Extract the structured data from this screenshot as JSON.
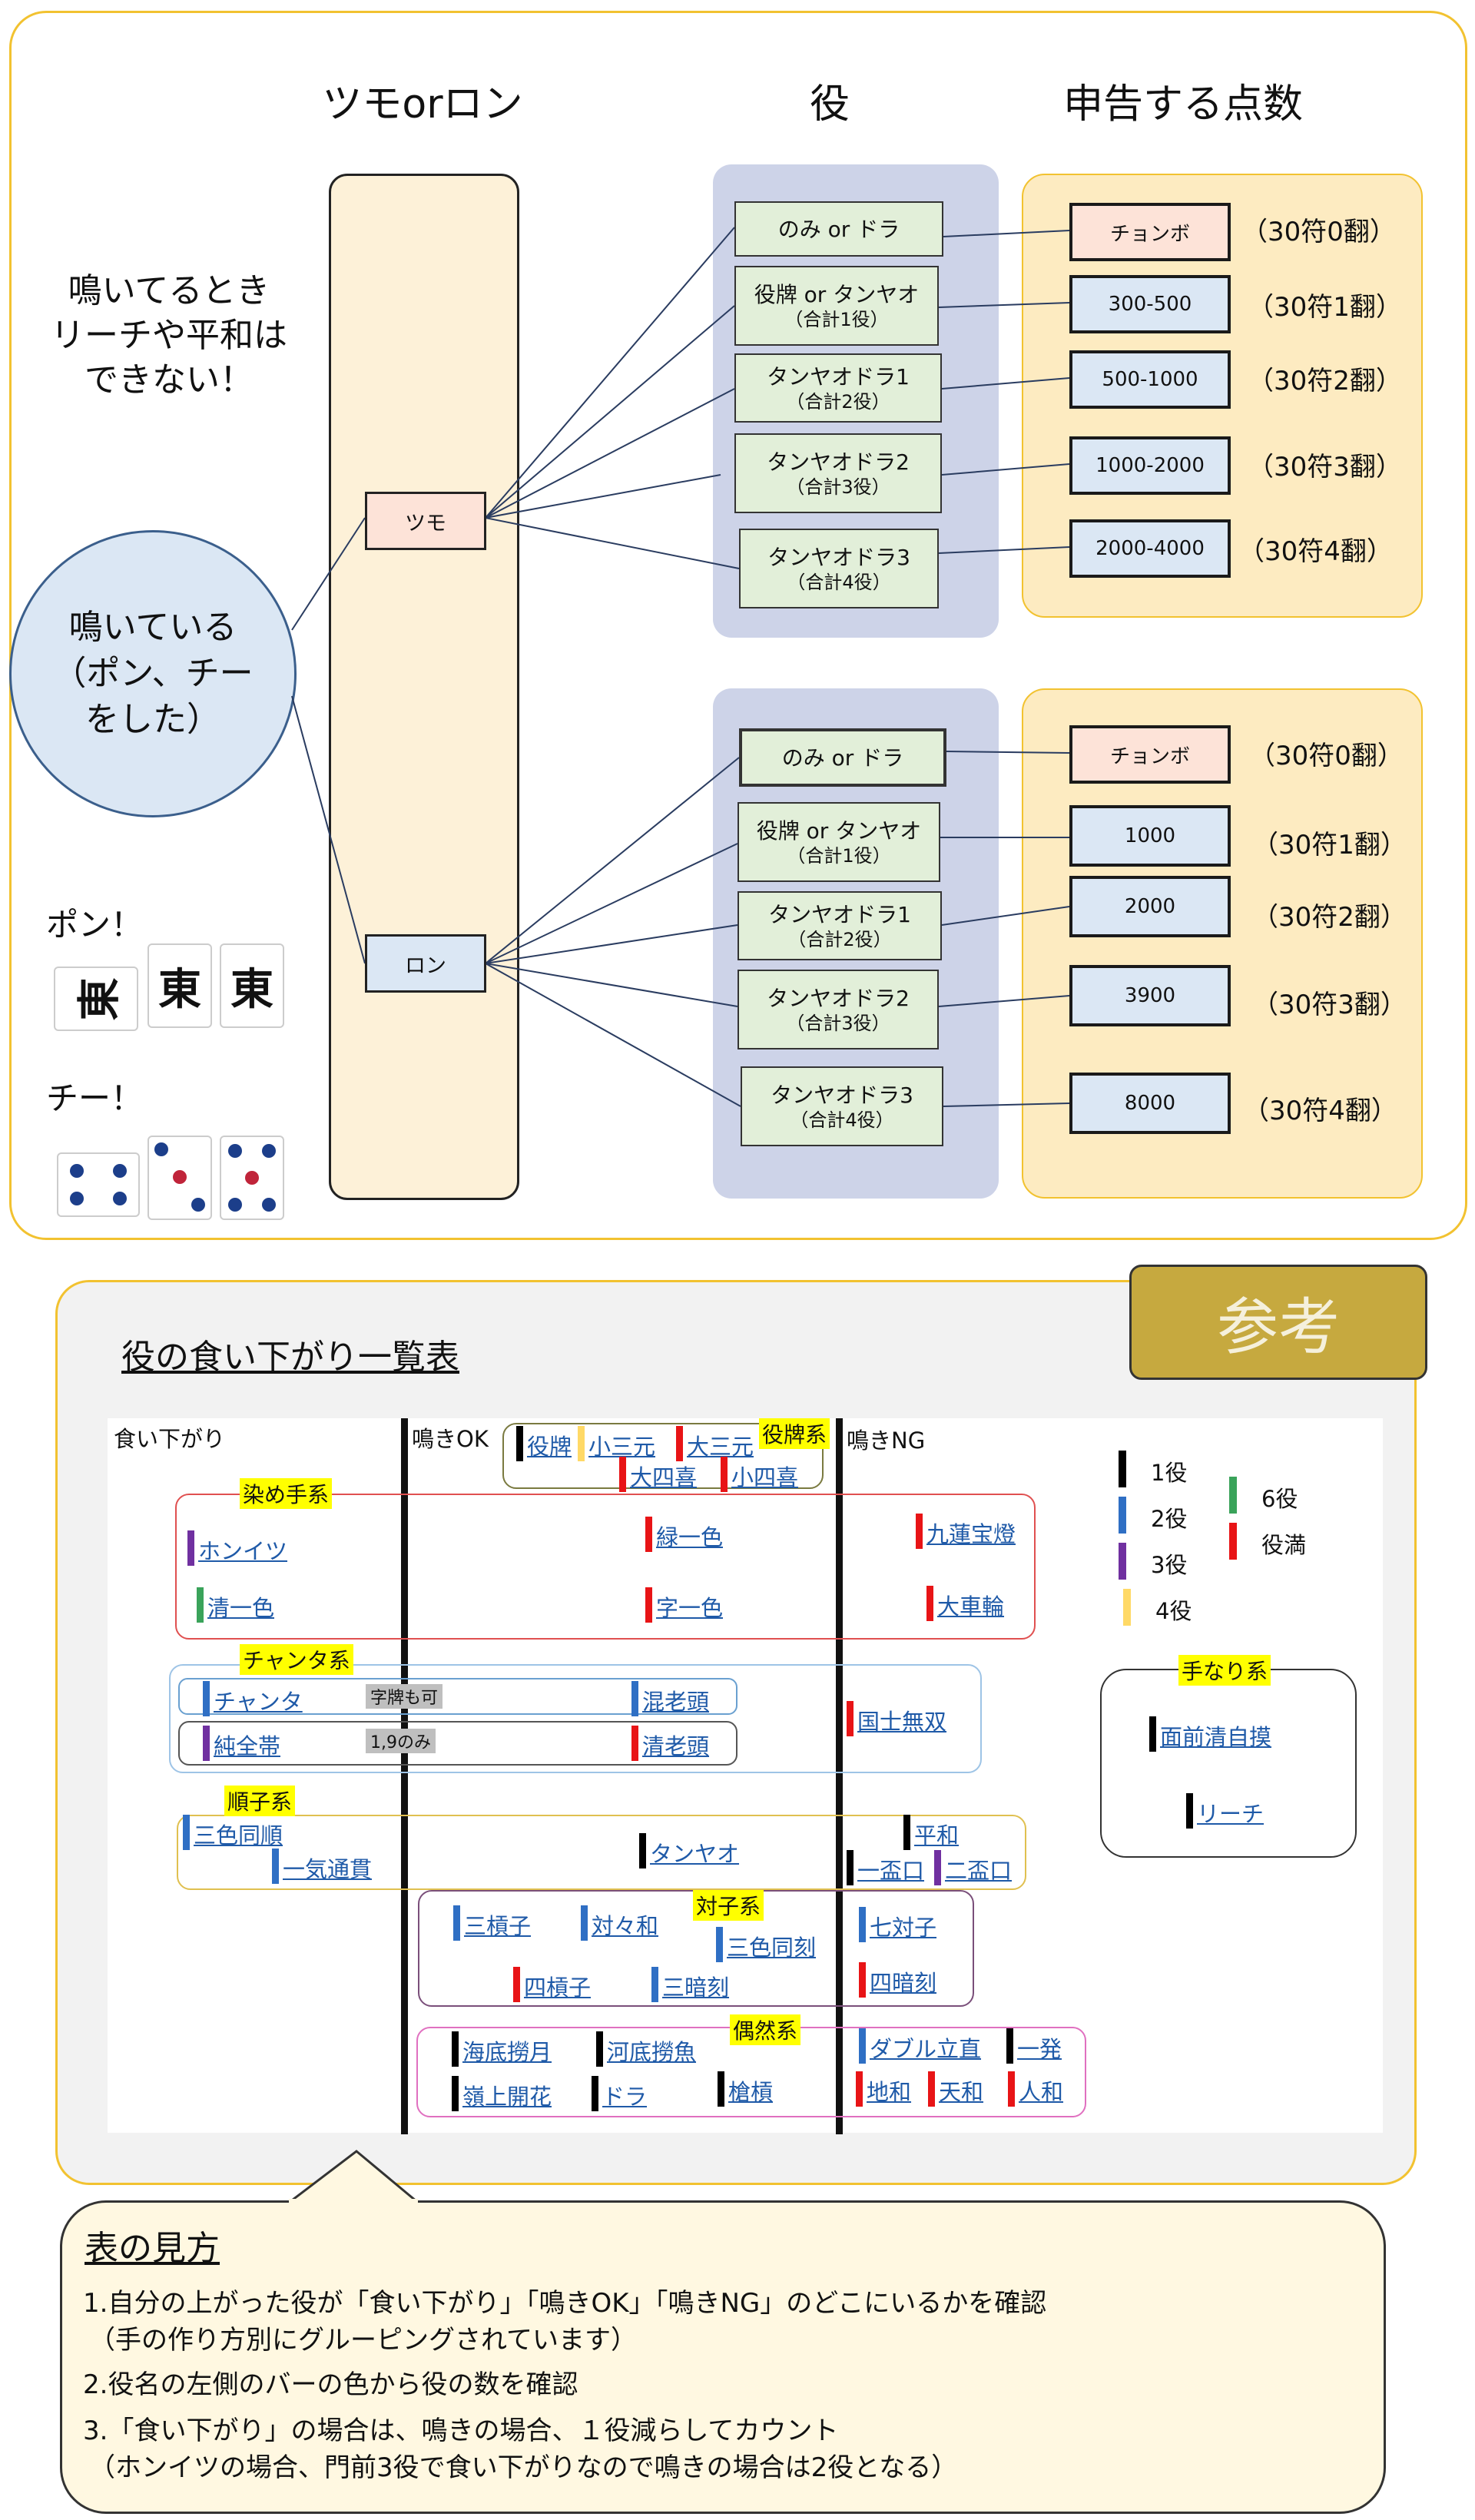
{
  "flow": {
    "col_headers": [
      "ツモorロン",
      "役",
      "申告する点数"
    ],
    "note": [
      "鳴いてるとき",
      "リーチや平和は",
      "できない！"
    ],
    "circle": [
      "鳴いている",
      "（ポン、チー",
      "をした）"
    ],
    "tsumo": "ツモ",
    "ron": "ロン",
    "pon": "ポン！",
    "chi": "チー！",
    "tile_char": "東",
    "tsumo_yaku": [
      {
        "l1": "のみ or ドラ",
        "l2": ""
      },
      {
        "l1": "役牌 or タンヤオ",
        "l2": "（合計1役）"
      },
      {
        "l1": "タンヤオドラ1",
        "l2": "（合計2役）"
      },
      {
        "l1": "タンヤオドラ2",
        "l2": "（合計3役）"
      },
      {
        "l1": "タンヤオドラ3",
        "l2": "（合計4役）"
      }
    ],
    "ron_yaku": [
      {
        "l1": "のみ or ドラ",
        "l2": ""
      },
      {
        "l1": "役牌 or タンヤオ",
        "l2": "（合計1役）"
      },
      {
        "l1": "タンヤオドラ1",
        "l2": "（合計2役）"
      },
      {
        "l1": "タンヤオドラ2",
        "l2": "（合計3役）"
      },
      {
        "l1": "タンヤオドラ3",
        "l2": "（合計4役）"
      }
    ],
    "tsumo_scores": [
      "チョンボ",
      "300-500",
      "500-1000",
      "1000-2000",
      "2000-4000"
    ],
    "ron_scores": [
      "チョンボ",
      "1000",
      "2000",
      "3900",
      "8000"
    ],
    "fu_han": [
      "（30符0翻）",
      "（30符1翻）",
      "（30符2翻）",
      "（30符3翻）",
      "（30符4翻）"
    ]
  },
  "ref": {
    "badge": "参考",
    "title": "役の食い下がり一覧表",
    "col_kuisagari": "食い下がり",
    "col_naki_ok": "鳴きOK",
    "col_naki_ng": "鳴きNG",
    "groups": {
      "yakuhai": "役牌系",
      "some": "染め手系",
      "chanta": "チャンタ系",
      "jun": "順子系",
      "toitsu": "対子系",
      "guuzen": "偶然系",
      "tenari": "手なり系"
    },
    "notes": {
      "jihai": "字牌も可",
      "yaochu": "1,9のみ"
    },
    "yaku": {
      "yakuhai": "役牌",
      "shousangen": "小三元",
      "daisangen": "大三元",
      "daisuushii": "大四喜",
      "shousuushii": "小四喜",
      "honitsu": "ホンイツ",
      "ryuuiisou": "緑一色",
      "chuuren": "九蓮宝燈",
      "chinitsu": "清一色",
      "tsuuiisou": "字一色",
      "daisharin": "大車輪",
      "chanta": "チャンタ",
      "honroutou": "混老頭",
      "junchan": "純全帯",
      "chinroutou": "清老頭",
      "kokushi": "国士無双",
      "sanshoku": "三色同順",
      "ittsuu": "一気通貫",
      "tanyao": "タンヤオ",
      "pinfu": "平和",
      "iipeikou": "一盃口",
      "ryanpeikou": "二盃口",
      "sankantsu": "三槓子",
      "toitoi": "対々和",
      "sanshokudoukou": "三色同刻",
      "chiitoi": "七対子",
      "suukantsu": "四槓子",
      "sanankou": "三暗刻",
      "suuankou": "四暗刻",
      "haitei": "海底撈月",
      "houtei": "河底撈魚",
      "doubleriichi": "ダブル立直",
      "ippatsu": "一発",
      "rinshan": "嶺上開花",
      "dora": "ドラ",
      "chankan": "槍槓",
      "chiihou": "地和",
      "tenhou": "天和",
      "renhou": "人和",
      "menzen": "面前清自摸",
      "riichi": "リーチ"
    },
    "legend": [
      "1役",
      "2役",
      "3役",
      "4役",
      "6役",
      "役満"
    ]
  },
  "howto": {
    "title": "表の見方",
    "lines": [
      "1.自分の上がった役が「食い下がり」「鳴きOK」「鳴きNG」のどこにいるかを確認",
      "（手の作り方別にグルーピングされています）",
      "2.役名の左側のバーの色から役の数を確認",
      "3.「食い下がり」の場合は、鳴きの場合、１役減らしてカウント",
      "（ホンイツの場合、門前3役で食い下がりなので鳴きの場合は2役となる）"
    ]
  },
  "colors": {
    "one": "#000000",
    "two": "#2f6fc4",
    "three": "#7030a0",
    "four": "#ffd966",
    "six": "#3aa35a",
    "yakuman": "#e81416"
  }
}
